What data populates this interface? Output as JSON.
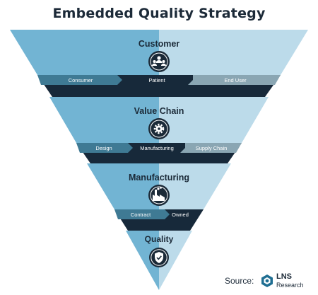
{
  "title": "Embedded Quality Strategy",
  "levels": [
    {
      "label": "Customer",
      "icon": "people-icon",
      "tabs": [
        "Consumer",
        "Patient",
        "End User"
      ]
    },
    {
      "label": "Value Chain",
      "icon": "gear-icon",
      "tabs": [
        "Design",
        "Manufacturing",
        "Supply Chain"
      ]
    },
    {
      "label": "Manufacturing",
      "icon": "factory-icon",
      "tabs": [
        "Contract",
        "Owned"
      ]
    },
    {
      "label": "Quality",
      "icon": "shield-check-icon",
      "tabs": []
    }
  ],
  "source": {
    "label": "Source:",
    "brand": "LNS",
    "brand_sub": "Research"
  },
  "colors": {
    "left_face": "#72b4d3",
    "right_face": "#bcdbea",
    "band_dark": "#17293a",
    "tab_left": "#3f7a94",
    "tab_right": "#8aa6b3",
    "icon_circle": "#1b2a38"
  }
}
